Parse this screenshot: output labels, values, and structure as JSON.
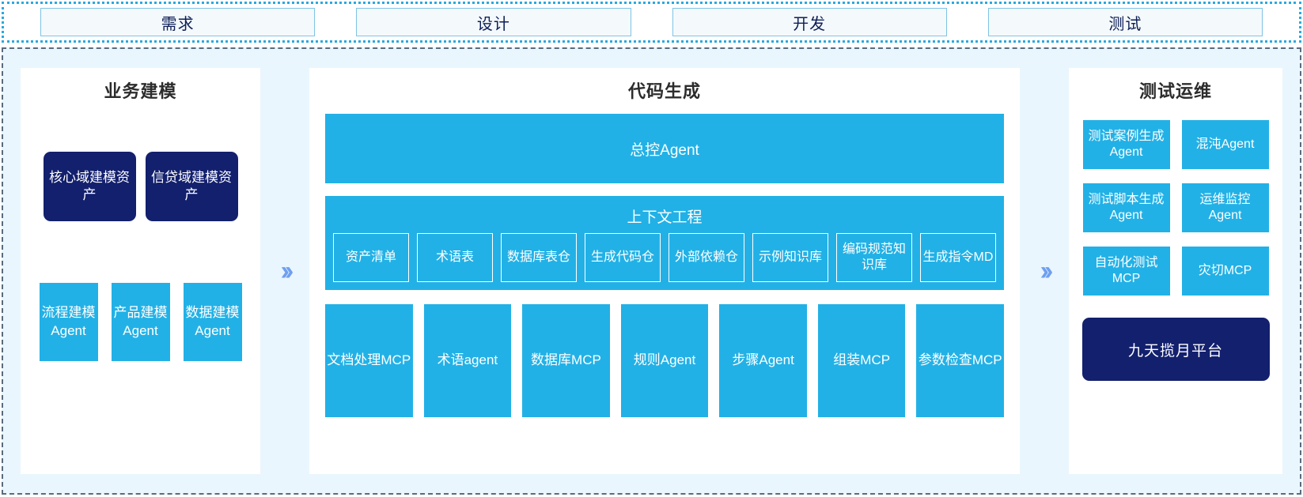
{
  "phases": [
    {
      "label": "需求"
    },
    {
      "label": "设计"
    },
    {
      "label": "开发"
    },
    {
      "label": "测试"
    }
  ],
  "colors": {
    "blue": "#22b1e6",
    "navy": "#13206e",
    "background": "#eaf6fd",
    "panel": "#ffffff",
    "chevron": "#6f9ff0",
    "tab_border": "#7fc4e4"
  },
  "chevrons": {
    "glyph": "››"
  },
  "business_modeling": {
    "title": "业务建模",
    "assets": [
      {
        "label": "核心域建模资产"
      },
      {
        "label": "信贷域建模资产"
      }
    ],
    "agents": [
      {
        "label": "流程建模Agent"
      },
      {
        "label": "产品建模Agent"
      },
      {
        "label": "数据建模Agent"
      }
    ]
  },
  "code_generation": {
    "title": "代码生成",
    "master_agent": "总控Agent",
    "context": {
      "title": "上下文工程",
      "items": [
        {
          "label": "资产清单"
        },
        {
          "label": "术语表"
        },
        {
          "label": "数据库表仓"
        },
        {
          "label": "生成代码仓"
        },
        {
          "label": "外部依赖仓"
        },
        {
          "label": "示例知识库"
        },
        {
          "label": "编码规范知识库"
        },
        {
          "label": "生成指令MD"
        }
      ]
    },
    "tools": [
      {
        "label": "文档处理MCP",
        "wrap": true
      },
      {
        "label": "术语agent",
        "wrap": false
      },
      {
        "label": "数据库MCP",
        "wrap": true
      },
      {
        "label": "规则Agent",
        "wrap": false
      },
      {
        "label": "步骤Agent",
        "wrap": false
      },
      {
        "label": "组装MCP",
        "wrap": false
      },
      {
        "label": "参数检查MCP",
        "wrap": true
      }
    ]
  },
  "test_ops": {
    "title": "测试运维",
    "cards": [
      {
        "label": "测试案例生成Agent"
      },
      {
        "label": "混沌Agent"
      },
      {
        "label": "测试脚本生成Agent"
      },
      {
        "label": "运维监控Agent"
      },
      {
        "label": "自动化测试MCP"
      },
      {
        "label": "灾切MCP"
      }
    ],
    "platform": "九天揽月平台"
  }
}
